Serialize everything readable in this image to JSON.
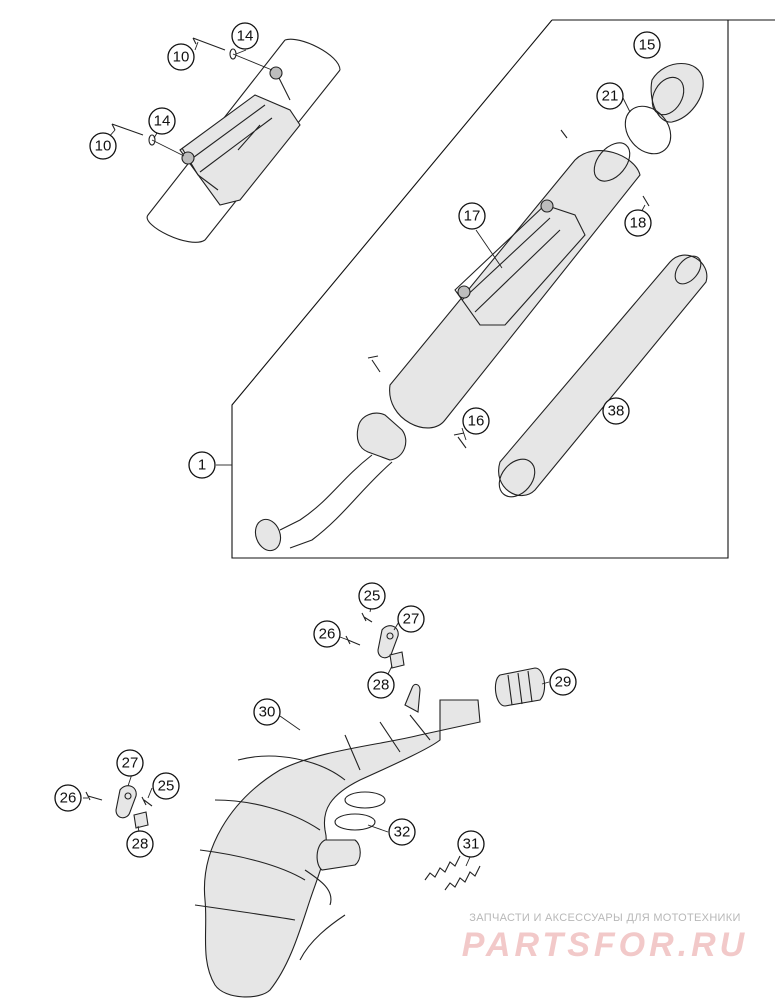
{
  "diagram": {
    "callouts": [
      {
        "id": "c10a",
        "label": "10"
      },
      {
        "id": "c14a",
        "label": "14"
      },
      {
        "id": "c10b",
        "label": "10"
      },
      {
        "id": "c14b",
        "label": "14"
      },
      {
        "id": "c15",
        "label": "15"
      },
      {
        "id": "c21",
        "label": "21"
      },
      {
        "id": "c17",
        "label": "17"
      },
      {
        "id": "c18",
        "label": "18"
      },
      {
        "id": "c16",
        "label": "16"
      },
      {
        "id": "c38",
        "label": "38"
      },
      {
        "id": "c1",
        "label": "1"
      },
      {
        "id": "c25a",
        "label": "25"
      },
      {
        "id": "c27a",
        "label": "27"
      },
      {
        "id": "c26a",
        "label": "26"
      },
      {
        "id": "c28a",
        "label": "28"
      },
      {
        "id": "c29",
        "label": "29"
      },
      {
        "id": "c30",
        "label": "30"
      },
      {
        "id": "c27b",
        "label": "27"
      },
      {
        "id": "c26b",
        "label": "26"
      },
      {
        "id": "c25b",
        "label": "25"
      },
      {
        "id": "c28b",
        "label": "28"
      },
      {
        "id": "c32",
        "label": "32"
      },
      {
        "id": "c31",
        "label": "31"
      }
    ]
  },
  "watermark": {
    "tagline": "ЗАПЧАСТИ И АКСЕССУАРЫ ДЛЯ МОТОТЕХНИКИ",
    "logo_text": "PARTSFOR.RU",
    "logo_color": "#f2c9c9"
  }
}
